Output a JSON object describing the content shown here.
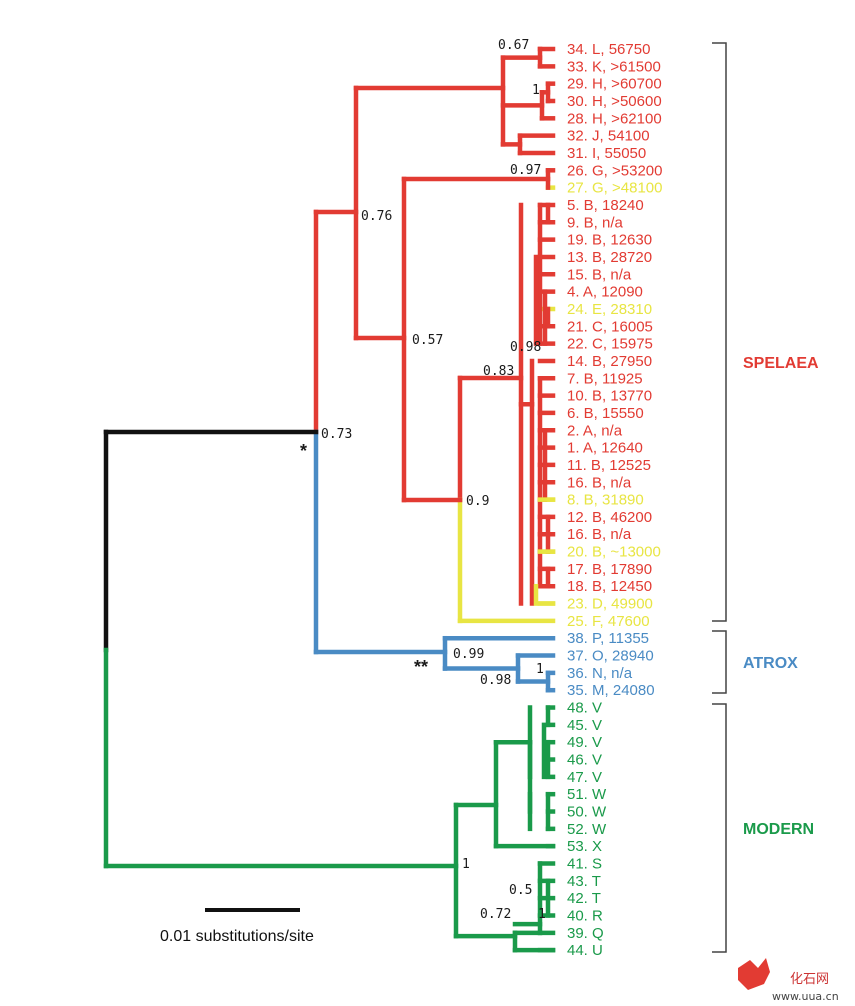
{
  "colors": {
    "red": "#e23b33",
    "yellow": "#e8e543",
    "blue": "#4a8bc4",
    "green": "#1a9a4a",
    "black": "#111111"
  },
  "leaves": [
    {
      "label": "34. L, 56750",
      "color": "red"
    },
    {
      "label": "33. K, >61500",
      "color": "red"
    },
    {
      "label": "29. H, >60700",
      "color": "red"
    },
    {
      "label": "30. H, >50600",
      "color": "red"
    },
    {
      "label": "28. H, >62100",
      "color": "red"
    },
    {
      "label": "32. J, 54100",
      "color": "red"
    },
    {
      "label": "31. I, 55050",
      "color": "red"
    },
    {
      "label": "26. G, >53200",
      "color": "red"
    },
    {
      "label": "27. G, >48100",
      "color": "yellow"
    },
    {
      "label": "5. B, 18240",
      "color": "red"
    },
    {
      "label": "9. B, n/a",
      "color": "red"
    },
    {
      "label": "19. B, 12630",
      "color": "red"
    },
    {
      "label": "13. B, 28720",
      "color": "red"
    },
    {
      "label": "15. B, n/a",
      "color": "red"
    },
    {
      "label": "4. A, 12090",
      "color": "red"
    },
    {
      "label": "24. E, 28310",
      "color": "yellow"
    },
    {
      "label": "21. C, 16005",
      "color": "red"
    },
    {
      "label": "22. C, 15975",
      "color": "red"
    },
    {
      "label": "14. B, 27950",
      "color": "red"
    },
    {
      "label": "7. B, 11925",
      "color": "red"
    },
    {
      "label": "10. B, 13770",
      "color": "red"
    },
    {
      "label": "6. B, 15550",
      "color": "red"
    },
    {
      "label": "2. A, n/a",
      "color": "red"
    },
    {
      "label": "1. A, 12640",
      "color": "red"
    },
    {
      "label": "11. B, 12525",
      "color": "red"
    },
    {
      "label": "16. B, n/a",
      "color": "red"
    },
    {
      "label": "8. B, 31890",
      "color": "yellow"
    },
    {
      "label": "12. B, 46200",
      "color": "red"
    },
    {
      "label": "16. B, n/a",
      "color": "red"
    },
    {
      "label": "20. B, ~13000",
      "color": "yellow"
    },
    {
      "label": "17. B, 17890",
      "color": "red"
    },
    {
      "label": "18. B, 12450",
      "color": "red"
    },
    {
      "label": "23. D, 49900",
      "color": "yellow"
    },
    {
      "label": "25. F, 47600",
      "color": "yellow"
    },
    {
      "label": "38. P, 11355",
      "color": "blue"
    },
    {
      "label": "37. O, 28940",
      "color": "blue"
    },
    {
      "label": "36. N, n/a",
      "color": "blue"
    },
    {
      "label": "35. M, 24080",
      "color": "blue"
    },
    {
      "label": "48. V",
      "color": "green"
    },
    {
      "label": "45. V",
      "color": "green"
    },
    {
      "label": "49. V",
      "color": "green"
    },
    {
      "label": "46. V",
      "color": "green"
    },
    {
      "label": "47. V",
      "color": "green"
    },
    {
      "label": "51. W",
      "color": "green"
    },
    {
      "label": "50. W",
      "color": "green"
    },
    {
      "label": "52. W",
      "color": "green"
    },
    {
      "label": "53. X",
      "color": "green"
    },
    {
      "label": "41. S",
      "color": "green"
    },
    {
      "label": "43. T",
      "color": "green"
    },
    {
      "label": "42. T",
      "color": "green"
    },
    {
      "label": "40. R",
      "color": "green"
    },
    {
      "label": "39. Q",
      "color": "green"
    },
    {
      "label": "44. U",
      "color": "green"
    }
  ],
  "support": {
    "s067": "0.67",
    "s1a": "1",
    "s097": "0.97",
    "s076": "0.76",
    "s057": "0.57",
    "s098a": "0.98",
    "s083": "0.83",
    "s073": "0.73",
    "s09": "0.9",
    "s099": "0.99",
    "s1b": "1",
    "s098b": "0.98",
    "s1c": "1",
    "s05": "0.5",
    "s072": "0.72",
    "s1d": "1"
  },
  "stars": {
    "single": "*",
    "double": "**"
  },
  "clades": {
    "spelaea": "SPELAEA",
    "atrox": "ATROX",
    "modern": "MODERN"
  },
  "scale_bar": {
    "label": "0.01 substitutions/site"
  },
  "watermark": {
    "text": "化石网",
    "url": "www.uua.cn"
  }
}
